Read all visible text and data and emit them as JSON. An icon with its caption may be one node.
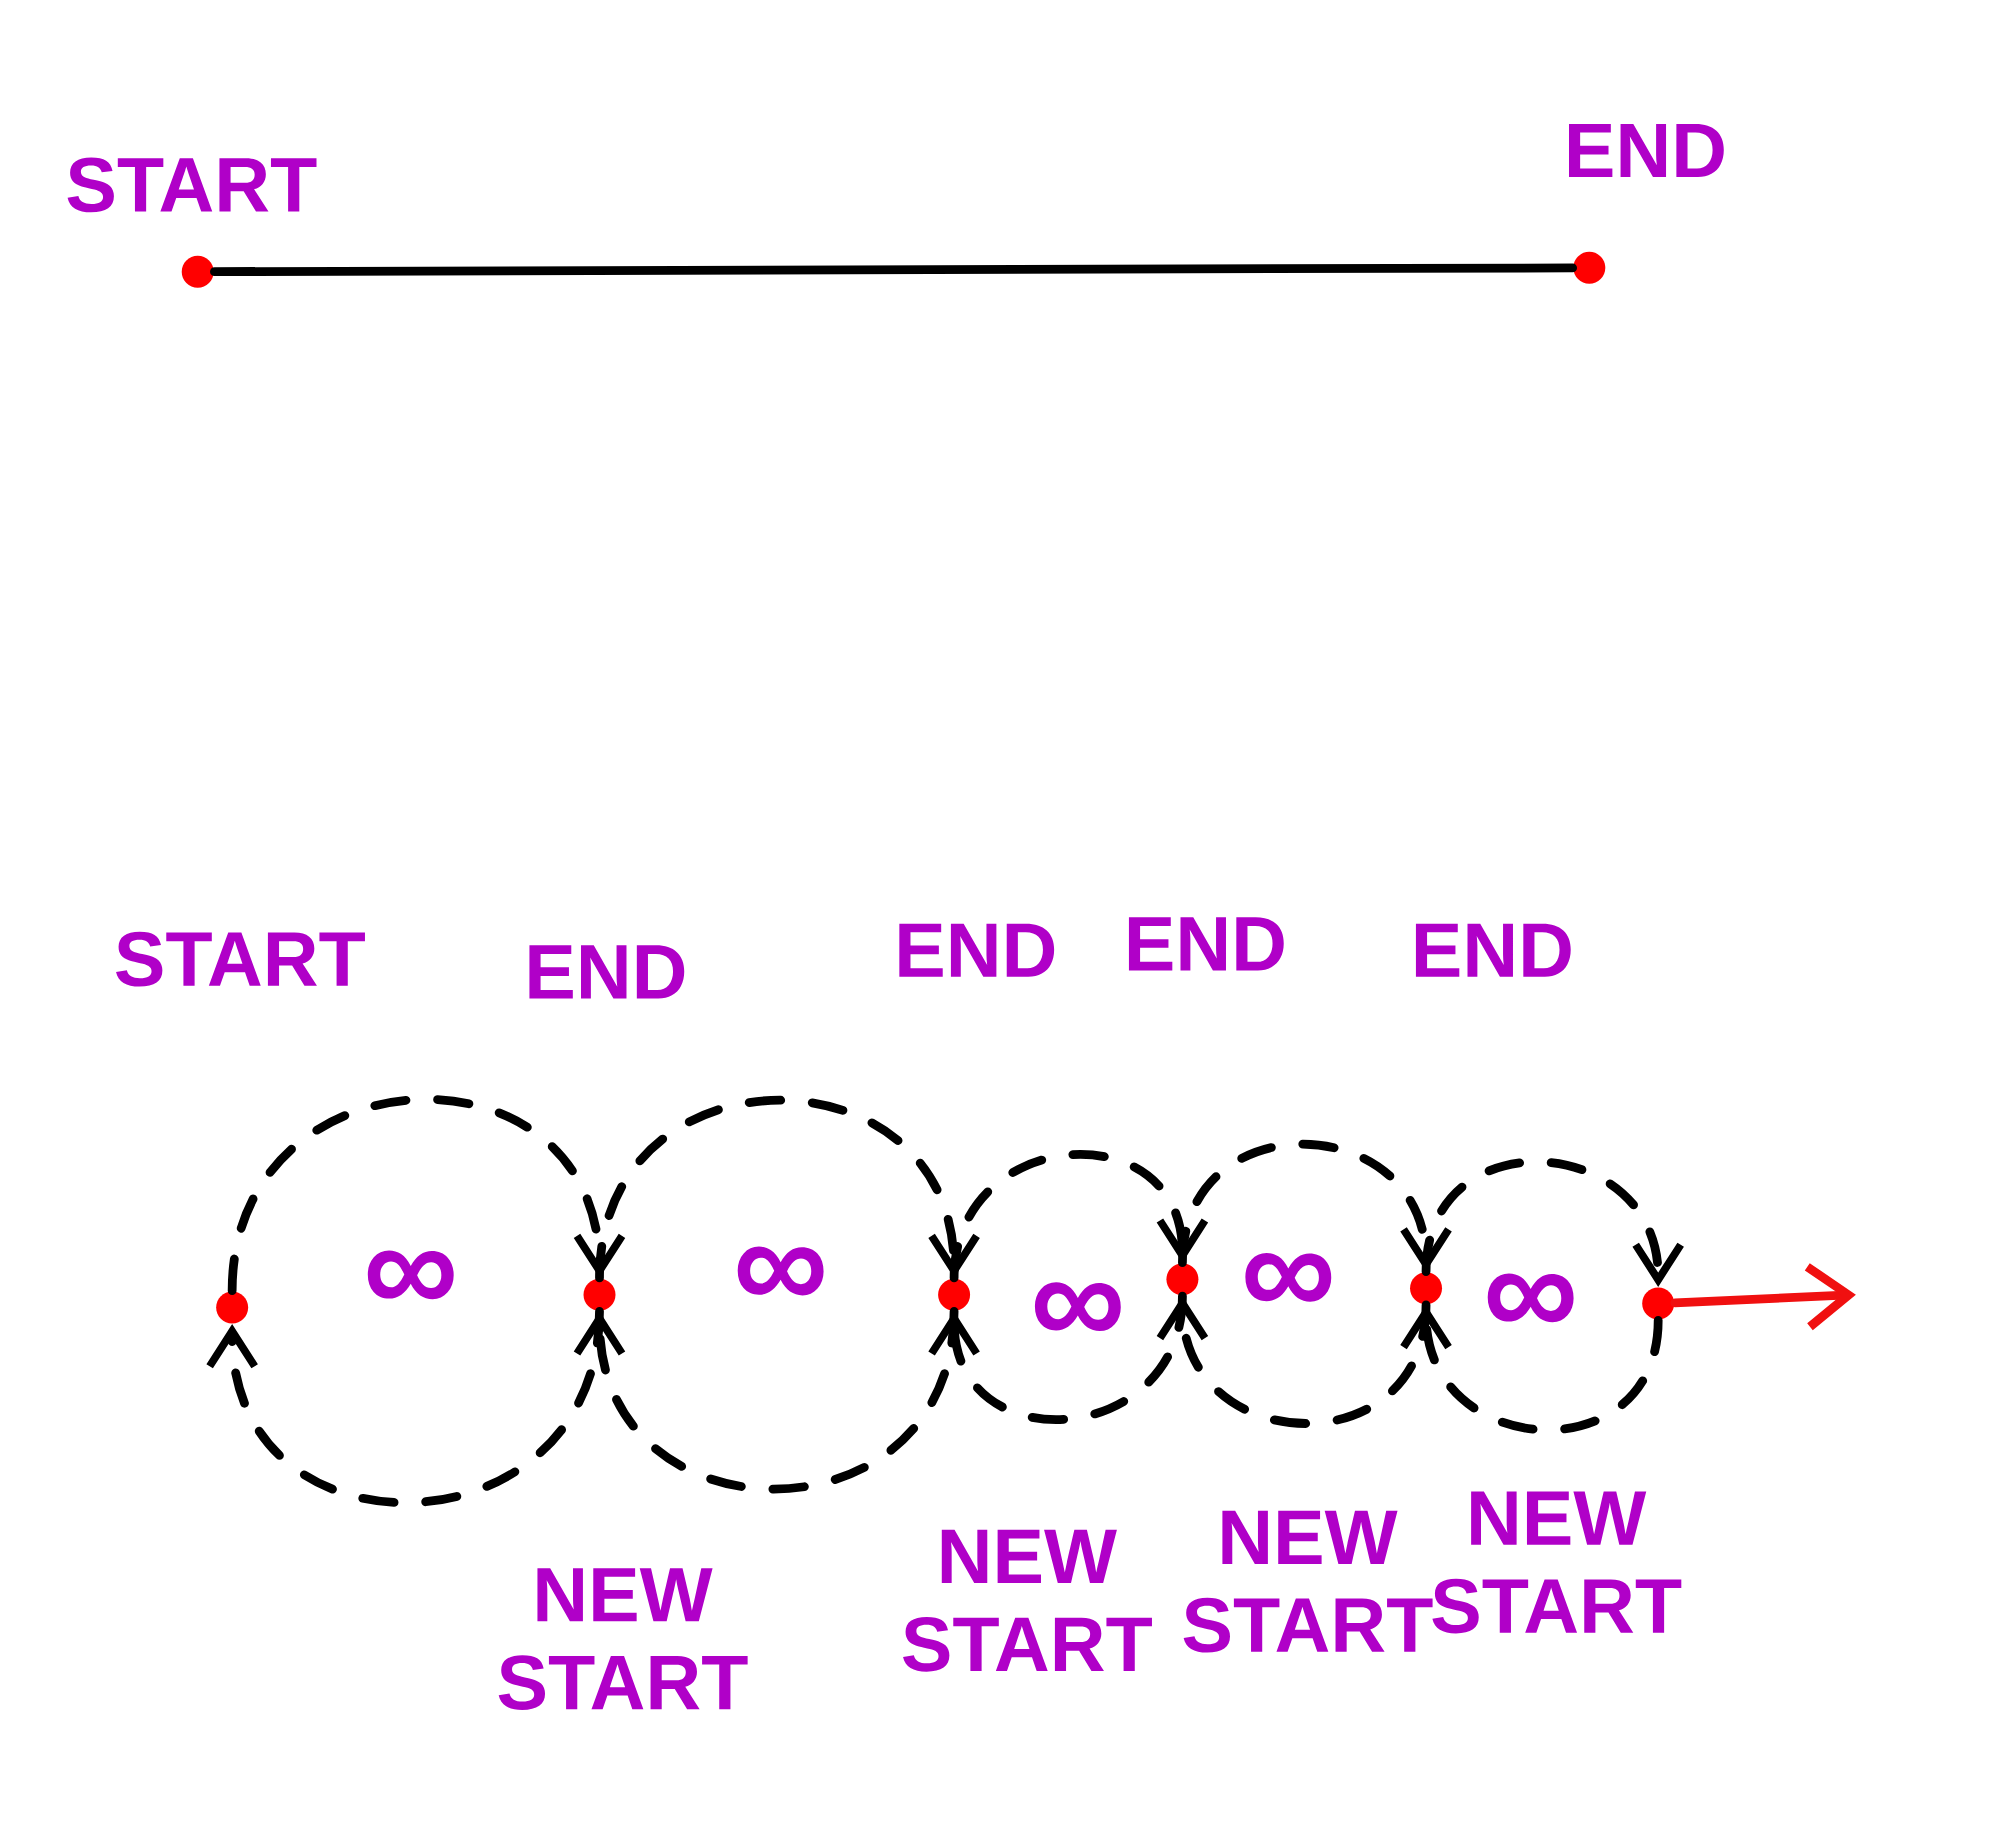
{
  "diagram": {
    "nodes": [
      {
        "text": [],
        "shape": "circle",
        "beside": [
          "START"
        ]
      },
      {
        "text": [],
        "shape": "circle",
        "beside": [
          "END"
        ]
      },
      {
        "text": [],
        "shape": "circle",
        "beside": [
          "START"
        ]
      },
      {
        "text": [],
        "shape": "circle",
        "beside": [
          "END",
          "NEW START"
        ]
      },
      {
        "text": [],
        "shape": "circle",
        "beside": [
          "END",
          "NEW START"
        ]
      },
      {
        "text": [],
        "shape": "circle",
        "beside": [
          "END",
          "NEW START"
        ]
      },
      {
        "text": [],
        "shape": "circle",
        "beside": [
          "END",
          "NEW START"
        ]
      },
      {
        "text": [],
        "shape": "circle"
      }
    ],
    "edges": [
      {
        "from": 0,
        "to": 1,
        "arrow": "none"
      },
      {
        "from": 2,
        "to": 3,
        "arrow": "to",
        "style": "dashed"
      },
      {
        "from": 3,
        "to": 2,
        "arrow": "to",
        "style": "dashed"
      },
      {
        "from": 3,
        "to": 4,
        "arrow": "to",
        "style": "dashed"
      },
      {
        "from": 4,
        "to": 3,
        "arrow": "to",
        "style": "dashed"
      },
      {
        "from": 4,
        "to": 5,
        "arrow": "to",
        "style": "dashed"
      },
      {
        "from": 5,
        "to": 4,
        "arrow": "to",
        "style": "dashed"
      },
      {
        "from": 5,
        "to": 6,
        "arrow": "to",
        "style": "dashed"
      },
      {
        "from": 6,
        "to": 5,
        "arrow": "to",
        "style": "dashed"
      },
      {
        "from": 6,
        "to": 7,
        "arrow": "to",
        "style": "dashed"
      },
      {
        "from": 7,
        "to": 6,
        "arrow": "to",
        "style": "dashed"
      },
      {
        "from": 7,
        "to": null,
        "arrow": "to",
        "color": "#f01010"
      }
    ],
    "labels": [
      "∞",
      "∞",
      "∞",
      "∞",
      "∞"
    ]
  }
}
